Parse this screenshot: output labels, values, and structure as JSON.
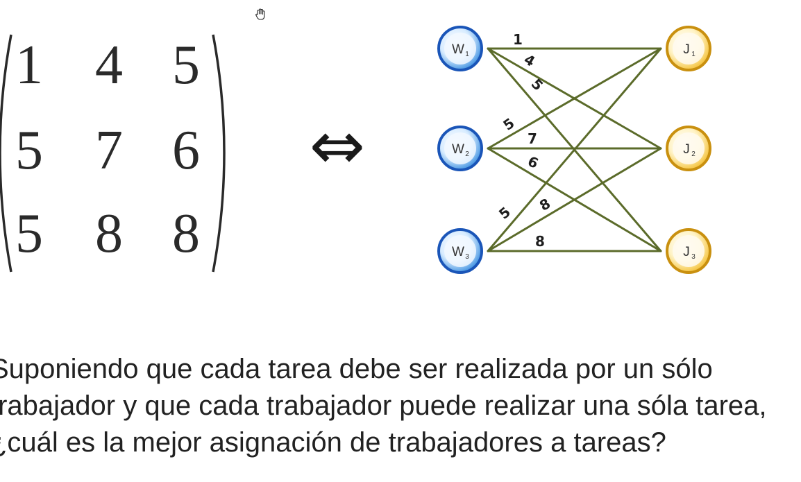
{
  "matrix": {
    "rows": [
      [
        "1",
        "4",
        "5"
      ],
      [
        "5",
        "7",
        "6"
      ],
      [
        "5",
        "8",
        "8"
      ]
    ]
  },
  "equivalence_symbol": "⇔",
  "workers": [
    {
      "label": "W",
      "sub": "1"
    },
    {
      "label": "W",
      "sub": "2"
    },
    {
      "label": "W",
      "sub": "3"
    }
  ],
  "jobs": [
    {
      "label": "J",
      "sub": "1"
    },
    {
      "label": "J",
      "sub": "2"
    },
    {
      "label": "J",
      "sub": "3"
    }
  ],
  "edge_weights": [
    {
      "worker": 1,
      "job": 1,
      "weight": "1"
    },
    {
      "worker": 1,
      "job": 2,
      "weight": "4"
    },
    {
      "worker": 1,
      "job": 3,
      "weight": "5"
    },
    {
      "worker": 2,
      "job": 1,
      "weight": "5"
    },
    {
      "worker": 2,
      "job": 2,
      "weight": "7"
    },
    {
      "worker": 2,
      "job": 3,
      "weight": "6"
    },
    {
      "worker": 3,
      "job": 1,
      "weight": "5"
    },
    {
      "worker": 3,
      "job": 2,
      "weight": "8"
    },
    {
      "worker": 3,
      "job": 3,
      "weight": "8"
    }
  ],
  "question": {
    "lines": [
      "Suponiendo que cada tarea debe ser realizada por un sólo",
      "trabajador y que cada trabajador puede realizar una sóla tarea,",
      "¿cuál es la mejor asignación de trabajadores a tareas?"
    ]
  },
  "colors": {
    "edge": "#5b6b2a",
    "worker_fill": "#3b8fe0",
    "worker_ring": "#1a55b8",
    "job_fill": "#f4c035",
    "job_ring": "#c9900f"
  }
}
